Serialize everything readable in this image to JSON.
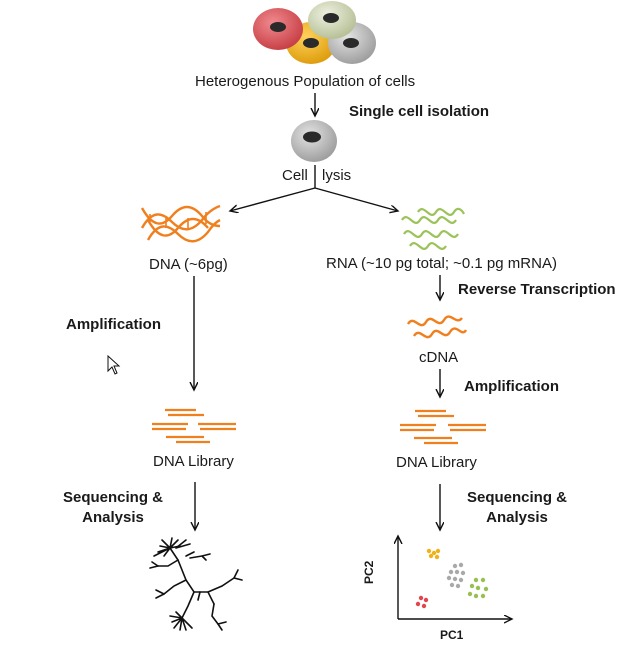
{
  "top": {
    "population_label": "Heterogenous Population of cells",
    "isolation_label": "Single cell isolation",
    "cell_label": "Cell",
    "lysis_label": "lysis"
  },
  "dna_branch": {
    "title": "DNA (~6pg)",
    "amplification": "Amplification",
    "library": "DNA Library",
    "seq_line1": "Sequencing &",
    "seq_line2": "Analysis"
  },
  "rna_branch": {
    "title": "RNA (~10 pg total; ~0.1 pg mRNA)",
    "reverse_transcription": "Reverse Transcription",
    "cdna": "cDNA",
    "amplification": "Amplification",
    "library": "DNA Library",
    "seq_line1": "Sequencing &",
    "seq_line2": "Analysis"
  },
  "pca": {
    "xlabel": "PC1",
    "ylabel": "PC2"
  },
  "colors": {
    "dna_orange": "#f07f1e",
    "rna_green": "#9cc35a",
    "cell_red": "#e0565c",
    "cell_yellow": "#f2b31b",
    "cell_grey": "#b8b8b8",
    "cell_olive": "#cfd7b6",
    "cluster_yellow": "#f0b21a",
    "cluster_grey": "#a9a9a9",
    "cluster_green": "#97c051",
    "cluster_red": "#e0464e"
  },
  "icons": [
    "cell-cluster-icon",
    "single-cell-icon",
    "dna-helix-icon",
    "rna-strand-icon",
    "cdna-strand-icon",
    "library-fragments-icon",
    "phylogenetic-tree-icon",
    "pca-plot-icon",
    "mouse-cursor-icon"
  ]
}
